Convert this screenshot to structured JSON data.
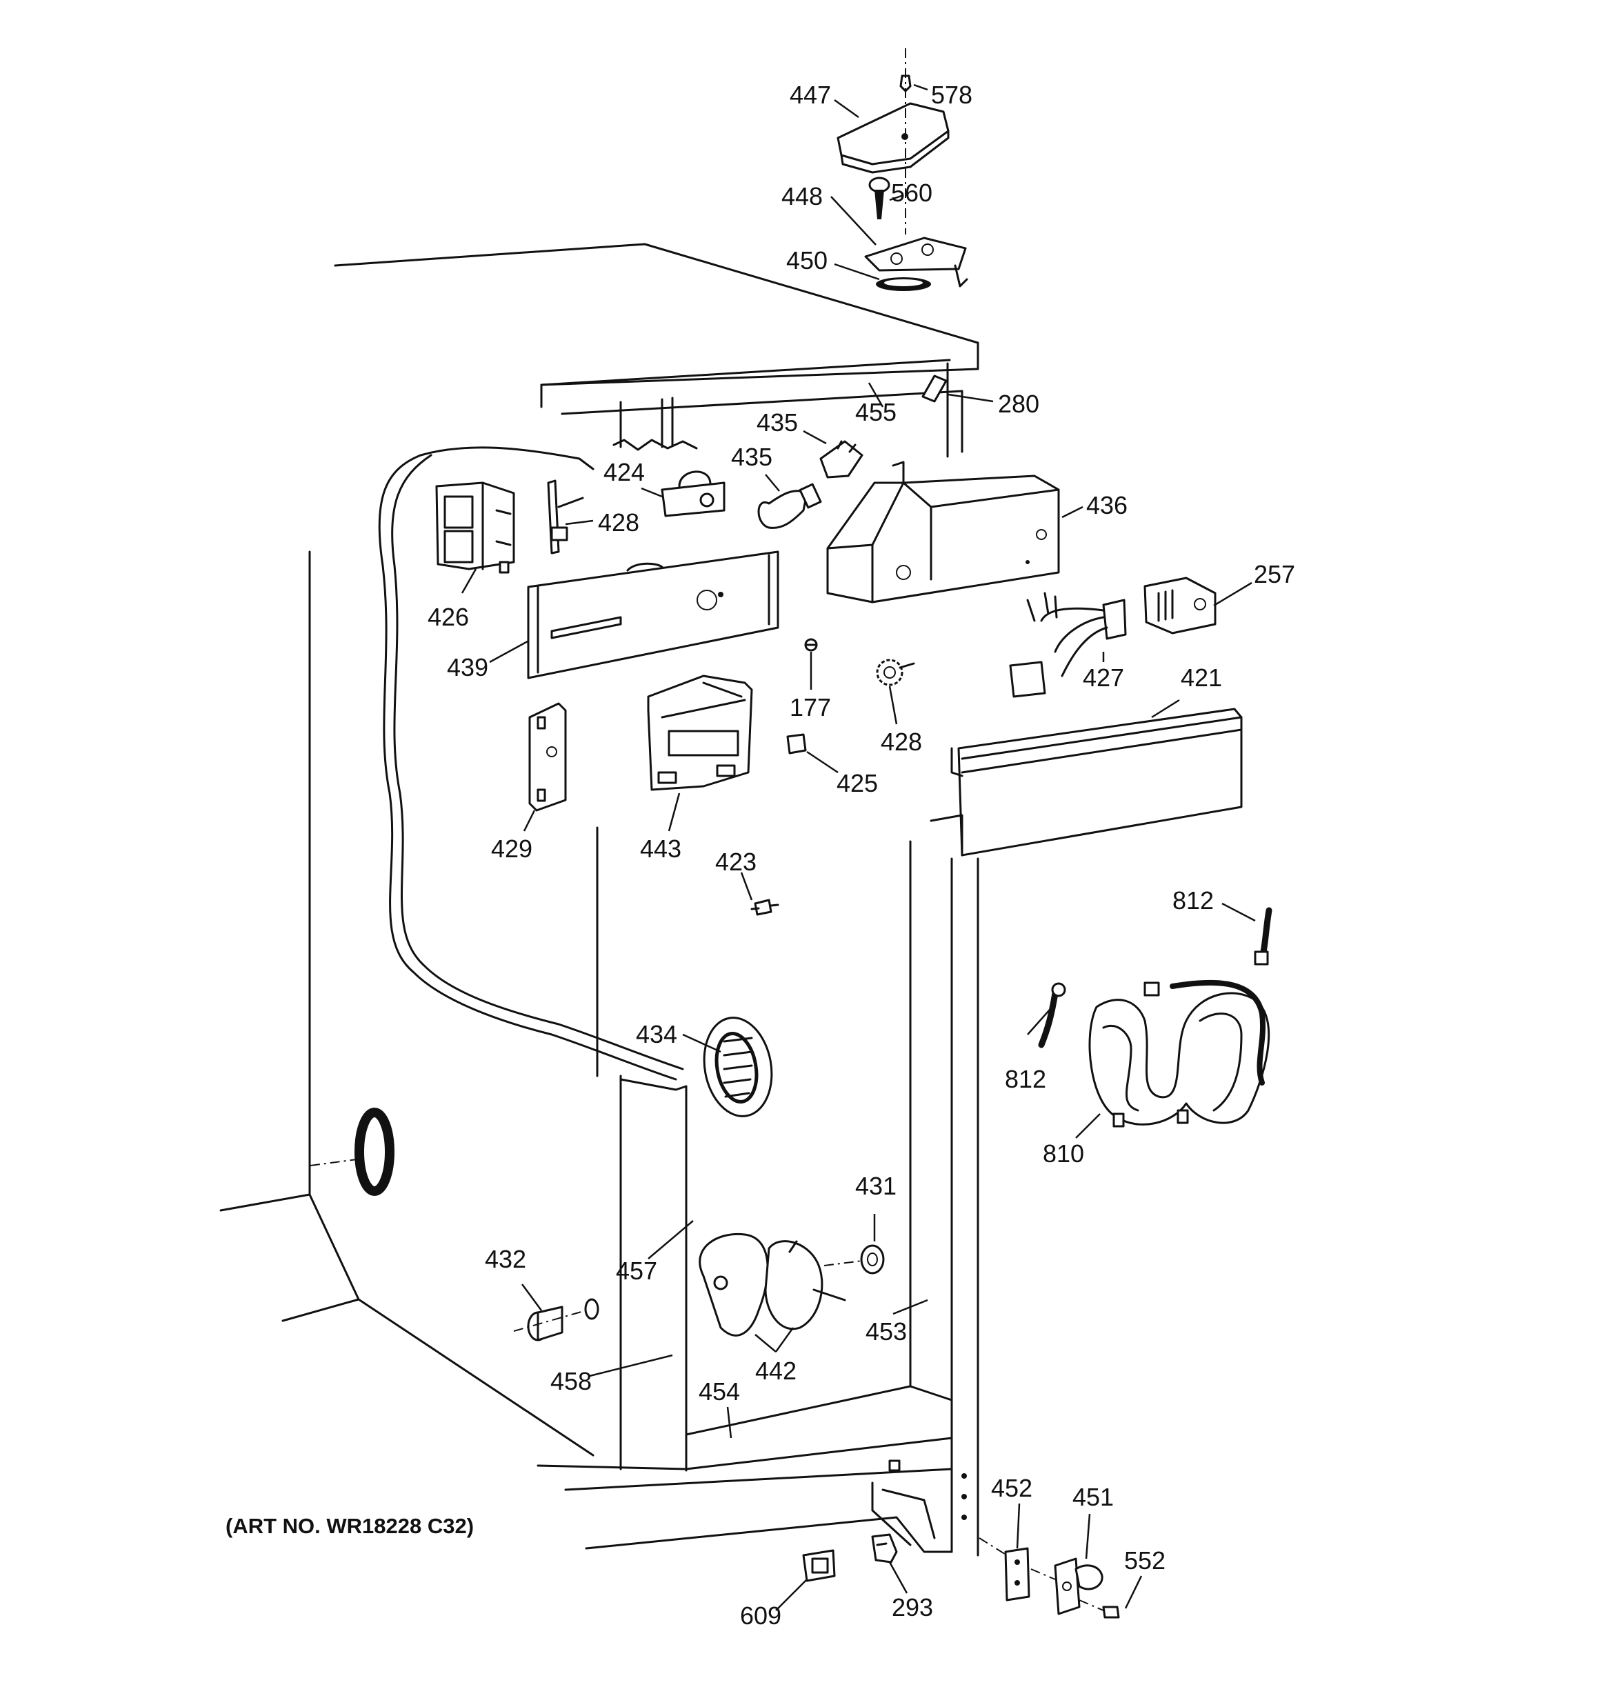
{
  "diagram": {
    "art_number": "(ART NO. WR18228 C32)",
    "parts": [
      {
        "id": "447",
        "label": "447"
      },
      {
        "id": "578",
        "label": "578"
      },
      {
        "id": "448",
        "label": "448"
      },
      {
        "id": "560",
        "label": "560"
      },
      {
        "id": "450",
        "label": "450"
      },
      {
        "id": "455",
        "label": "455"
      },
      {
        "id": "280",
        "label": "280"
      },
      {
        "id": "435a",
        "label": "435"
      },
      {
        "id": "435b",
        "label": "435"
      },
      {
        "id": "424",
        "label": "424"
      },
      {
        "id": "428a",
        "label": "428"
      },
      {
        "id": "436",
        "label": "436"
      },
      {
        "id": "426",
        "label": "426"
      },
      {
        "id": "257",
        "label": "257"
      },
      {
        "id": "439",
        "label": "439"
      },
      {
        "id": "177",
        "label": "177"
      },
      {
        "id": "427",
        "label": "427"
      },
      {
        "id": "421",
        "label": "421"
      },
      {
        "id": "428b",
        "label": "428"
      },
      {
        "id": "425",
        "label": "425"
      },
      {
        "id": "429",
        "label": "429"
      },
      {
        "id": "443",
        "label": "443"
      },
      {
        "id": "423",
        "label": "423"
      },
      {
        "id": "812a",
        "label": "812"
      },
      {
        "id": "812b",
        "label": "812"
      },
      {
        "id": "434",
        "label": "434"
      },
      {
        "id": "810",
        "label": "810"
      },
      {
        "id": "431",
        "label": "431"
      },
      {
        "id": "432",
        "label": "432"
      },
      {
        "id": "457",
        "label": "457"
      },
      {
        "id": "453",
        "label": "453"
      },
      {
        "id": "442",
        "label": "442"
      },
      {
        "id": "458",
        "label": "458"
      },
      {
        "id": "454",
        "label": "454"
      },
      {
        "id": "452",
        "label": "452"
      },
      {
        "id": "451",
        "label": "451"
      },
      {
        "id": "552",
        "label": "552"
      },
      {
        "id": "609",
        "label": "609"
      },
      {
        "id": "293",
        "label": "293"
      }
    ]
  }
}
